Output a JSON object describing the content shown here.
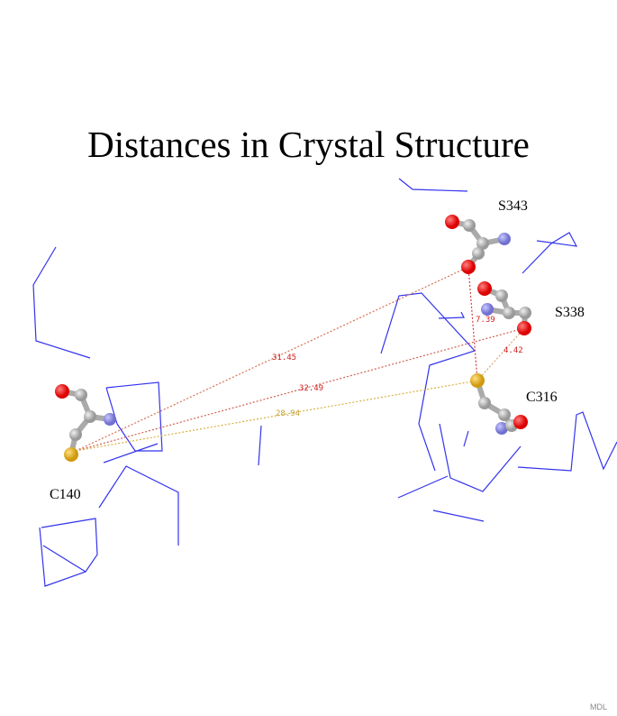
{
  "title": "Distances in Crystal Structure",
  "residues": {
    "s343": "S343",
    "s338": "S338",
    "c316": "C316",
    "c140": "C140"
  },
  "distances": {
    "d1": "31.45",
    "d2": "32.49",
    "d3": "28.94",
    "d4": "7.39",
    "d5": "4.42"
  },
  "watermark": "MDL",
  "colors": {
    "backbone": "#3333ee",
    "oxygen": "#ee0000",
    "nitrogen": "#8888ee",
    "carbon": "#b0b0b0",
    "sulfur": "#e8b020",
    "distance_red": "#d02020",
    "distance_yellow": "#d8b040"
  }
}
